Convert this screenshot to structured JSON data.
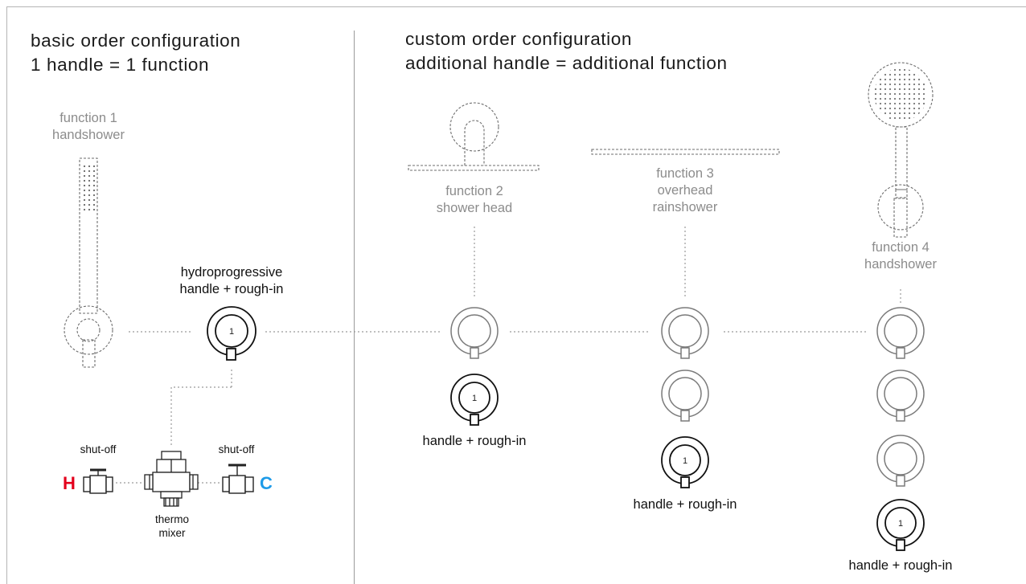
{
  "left_panel": {
    "title_line1": "basic order configuration",
    "title_line2": "1 handle = 1 function",
    "function1": {
      "line1": "function 1",
      "line2": "handshower"
    },
    "main_handle": {
      "line1": "hydroprogressive",
      "line2": "handle + rough-in",
      "number": "1"
    },
    "shutoff_left": "shut-off",
    "shutoff_right": "shut-off",
    "hot_letter": "H",
    "cold_letter": "C",
    "thermo": {
      "line1": "thermo",
      "line2": "mixer"
    }
  },
  "right_panel": {
    "title_line1": "custom order configuration",
    "title_line2": "additional handle = additional function",
    "function2": {
      "line1": "function 2",
      "line2": "shower head"
    },
    "function3": {
      "line1": "function 3",
      "line2": "overhead",
      "line3": "rainshower"
    },
    "function4": {
      "line1": "function 4",
      "line2": "handshower"
    },
    "handle_label": "handle + rough-in",
    "handle_number": "1"
  },
  "colors": {
    "hot": "#e3001b",
    "cold": "#1e9be8",
    "outline": "#7a7a7a",
    "solid": "#111111",
    "grey_text": "#8c8c8c"
  }
}
